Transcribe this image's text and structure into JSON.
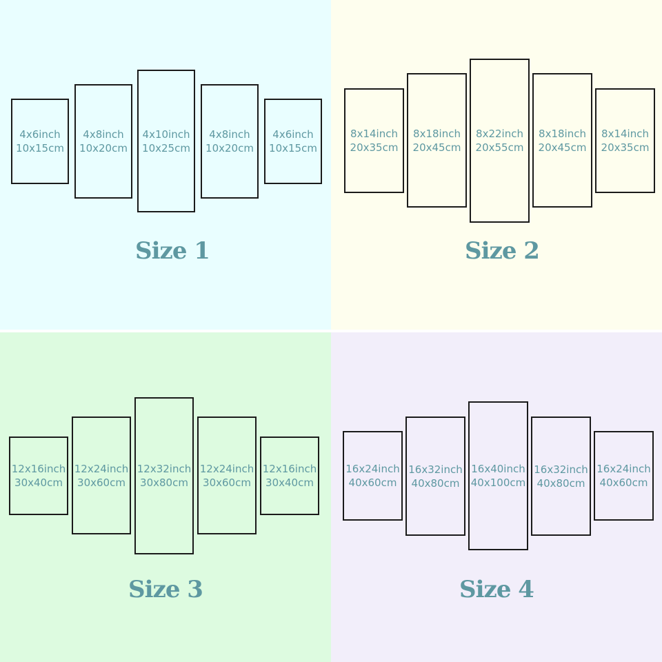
{
  "groups": [
    {
      "title": "Size 1",
      "background": "#e9feff",
      "panels": [
        {
          "inch": "4x6inch",
          "cm": "10x15cm"
        },
        {
          "inch": "4x8inch",
          "cm": "10x20cm"
        },
        {
          "inch": "4x10inch",
          "cm": "10x25cm"
        },
        {
          "inch": "4x8inch",
          "cm": "10x20cm"
        },
        {
          "inch": "4x6inch",
          "cm": "10x15cm"
        }
      ]
    },
    {
      "title": "Size 2",
      "background": "#fefeee",
      "panels": [
        {
          "inch": "8x14inch",
          "cm": "20x35cm"
        },
        {
          "inch": "8x18inch",
          "cm": "20x45cm"
        },
        {
          "inch": "8x22inch",
          "cm": "20x55cm"
        },
        {
          "inch": "8x18inch",
          "cm": "20x45cm"
        },
        {
          "inch": "8x14inch",
          "cm": "20x35cm"
        }
      ]
    },
    {
      "title": "Size 3",
      "background": "#ddfbe0",
      "panels": [
        {
          "inch": "12x16inch",
          "cm": "30x40cm"
        },
        {
          "inch": "12x24inch",
          "cm": "30x60cm"
        },
        {
          "inch": "12x32inch",
          "cm": "30x80cm"
        },
        {
          "inch": "12x24inch",
          "cm": "30x60cm"
        },
        {
          "inch": "12x16inch",
          "cm": "30x40cm"
        }
      ]
    },
    {
      "title": "Size 4",
      "background": "#f2eefa",
      "panels": [
        {
          "inch": "16x24inch",
          "cm": "40x60cm"
        },
        {
          "inch": "16x32inch",
          "cm": "40x80cm"
        },
        {
          "inch": "16x40inch",
          "cm": "40x100cm"
        },
        {
          "inch": "16x32inch",
          "cm": "40x80cm"
        },
        {
          "inch": "16x24inch",
          "cm": "40x60cm"
        }
      ]
    }
  ],
  "colors": {
    "label": "#5e98a1",
    "frame": "#1a1a1a"
  }
}
